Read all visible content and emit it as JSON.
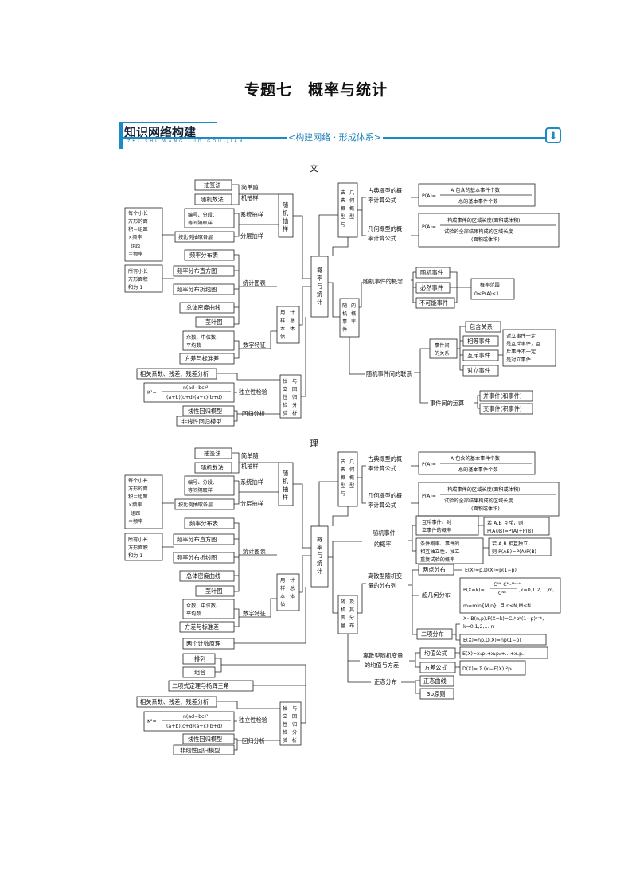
{
  "title": "专题七　概率与统计",
  "banner": {
    "main": "知识网络构建",
    "pinyin": "ZHI SHI WANG LUO GOU JIAN",
    "sub": "<构建网络 · 形成体系>",
    "btn": "⬇"
  },
  "wen": {
    "label": "文",
    "center": "概率与统计",
    "sampling": "随机抽样",
    "simple_random": [
      "简单随",
      "机抽样"
    ],
    "lottery": "抽签法",
    "random_number": "随机数法",
    "systematic": "系统抽样",
    "systematic_desc": [
      "编号、分段、",
      "等间隔取样"
    ],
    "stratified": "分层抽样",
    "stratified_desc": "按比例抽取各层",
    "freq_note": [
      "每个小长",
      "方形的面",
      "积＝组距",
      "×频率",
      "组距",
      "＝频率"
    ],
    "sum_note": [
      "所有小长",
      "方形面积",
      "和为 1"
    ],
    "freq_table": "频率分布表",
    "freq_hist": "频率分布直方图",
    "freq_poly": "频率分布折线图",
    "density": "总体密度曲线",
    "stem": "茎叶图",
    "stat_chart": "统计图表",
    "nums": [
      "众数、中位数、",
      "平均数"
    ],
    "digit_feat": "数字特征",
    "variance": "方差与标准差",
    "estimation": "用样本估计总体",
    "correlation": "相关系数、残差、残差分析",
    "k2_formula": "K²=",
    "k2_num": "n(ad−bc)²",
    "k2_den": "(a+b)(c+d)(a+c)(b+d)",
    "independence": "独立性检验",
    "linear": "线性回归模型",
    "nonlinear": "非线性回归模型",
    "reg_analysis": "回归分析",
    "test_reg": "独立性检验与回归分析",
    "classic_geo": "古典概型与几何概型",
    "classic_formula": [
      "古典概型的概",
      "率计算公式"
    ],
    "classic_pa": "P(A)=",
    "classic_num": "A 包含的基本事件个数",
    "classic_den": "总的基本事件个数",
    "geo_formula": [
      "几何概型的概",
      "率计算公式"
    ],
    "geo_pa": "P(A)=",
    "geo_num": "构成事件的区域长度(面积或体积)",
    "geo_den": [
      "试验的全部结果构成的区域长度",
      "(面积或体积)"
    ],
    "random_event": "随机事件的概率",
    "event_concept": "随机事件的概念",
    "ev_random": "随机事件",
    "ev_certain": "必然事件",
    "ev_impossible": "不可能事件",
    "prob_range": [
      "概率范围",
      "0≤P(A)≤1"
    ],
    "event_relation_title": [
      "事件间",
      "的关系"
    ],
    "rel_include": "包含关系",
    "rel_equal": "相等事件",
    "rel_exclusive": "互斥事件",
    "rel_opposite": "对立事件",
    "opp_note": [
      "对立事件一定",
      "是互斥事件，互",
      "斥事件不一定",
      "是对立事件"
    ],
    "event_ops": "事件间的运算",
    "op_union": "并事件(和事件)",
    "op_inter": "交事件(积事件)",
    "event_links": "随机事件间的联系"
  },
  "li": {
    "label": "理",
    "center": "概率与统计",
    "dist": "随机变量及其分布",
    "prob": [
      "随机事件",
      "的概率"
    ],
    "mutex": [
      "互斥事件、对",
      "立事件的概率"
    ],
    "mutex_formula": [
      "若 A,B 互斥，则",
      "P(A∪B)=P(A)+P(B)"
    ],
    "cond": [
      "条件概率、事件的",
      "相互独立性、独立",
      "重复试验的概率"
    ],
    "cond_formula": [
      "若 A,B 相互独立，",
      "则 P(AB)=P(A)P(B)"
    ],
    "discrete": [
      "离散型随机变",
      "量的分布列"
    ],
    "two_point": "两点分布",
    "two_point_f": "E(X)=p,D(X)=p(1−p)",
    "hyper": "超几何分布",
    "hyper_f": "P(X=k)=",
    "hyper_num": "Cᴹᵏ Cᴺ₋ᴹⁿ⁻ᵏ",
    "hyper_den": "Cᴺⁿ",
    "hyper_k": ",k=0,1,2,…,m,",
    "hyper_m": "m=min{M,n}, 且 n≤N,M≤N",
    "binomial": "二项分布",
    "binomial_f": [
      "X~B(n,p),P(X=k)=Cₙᵏpᵏ(1−p)ⁿ⁻ᵏ,",
      "k=0,1,2,…,n"
    ],
    "binomial_e": "E(X)=np,D(X)=np(1−p)",
    "mean_var": [
      "离散型随机变量",
      "的均值与方差"
    ],
    "mean": "均值公式",
    "mean_f": "E(X)=x₁p₁+x₂p₂+…+xₙpₙ",
    "var": "方差公式",
    "var_f": "D(X)= Σ (xᵢ−E(X))²pᵢ",
    "normal": "正态分布",
    "normal_curve": "正态曲线",
    "three_sigma": "3σ原则",
    "counting": "两个计数原理",
    "perm": "排列",
    "comb": "组合",
    "binom_thm": "二项式定理与杨辉三角"
  }
}
